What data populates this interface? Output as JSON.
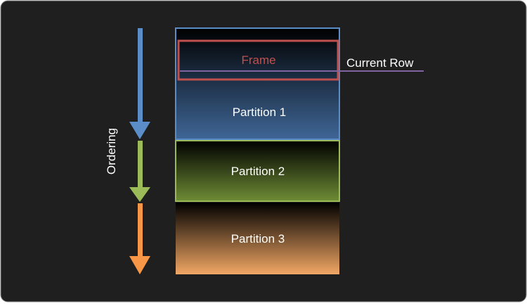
{
  "diagram": {
    "partitions": [
      {
        "label": "Partition 1",
        "color": "#5b8ec8"
      },
      {
        "label": "Partition 2",
        "color": "#9bbb59"
      },
      {
        "label": "Partition 3",
        "color": "#f79646"
      }
    ],
    "frame": {
      "label": "Frame",
      "color": "#c0504d"
    },
    "current_row": {
      "label": "Current Row",
      "color": "#8064a2"
    },
    "ordering": {
      "label": "Ordering"
    },
    "background": "#1f1f1f",
    "text_color": "#ffffff"
  }
}
